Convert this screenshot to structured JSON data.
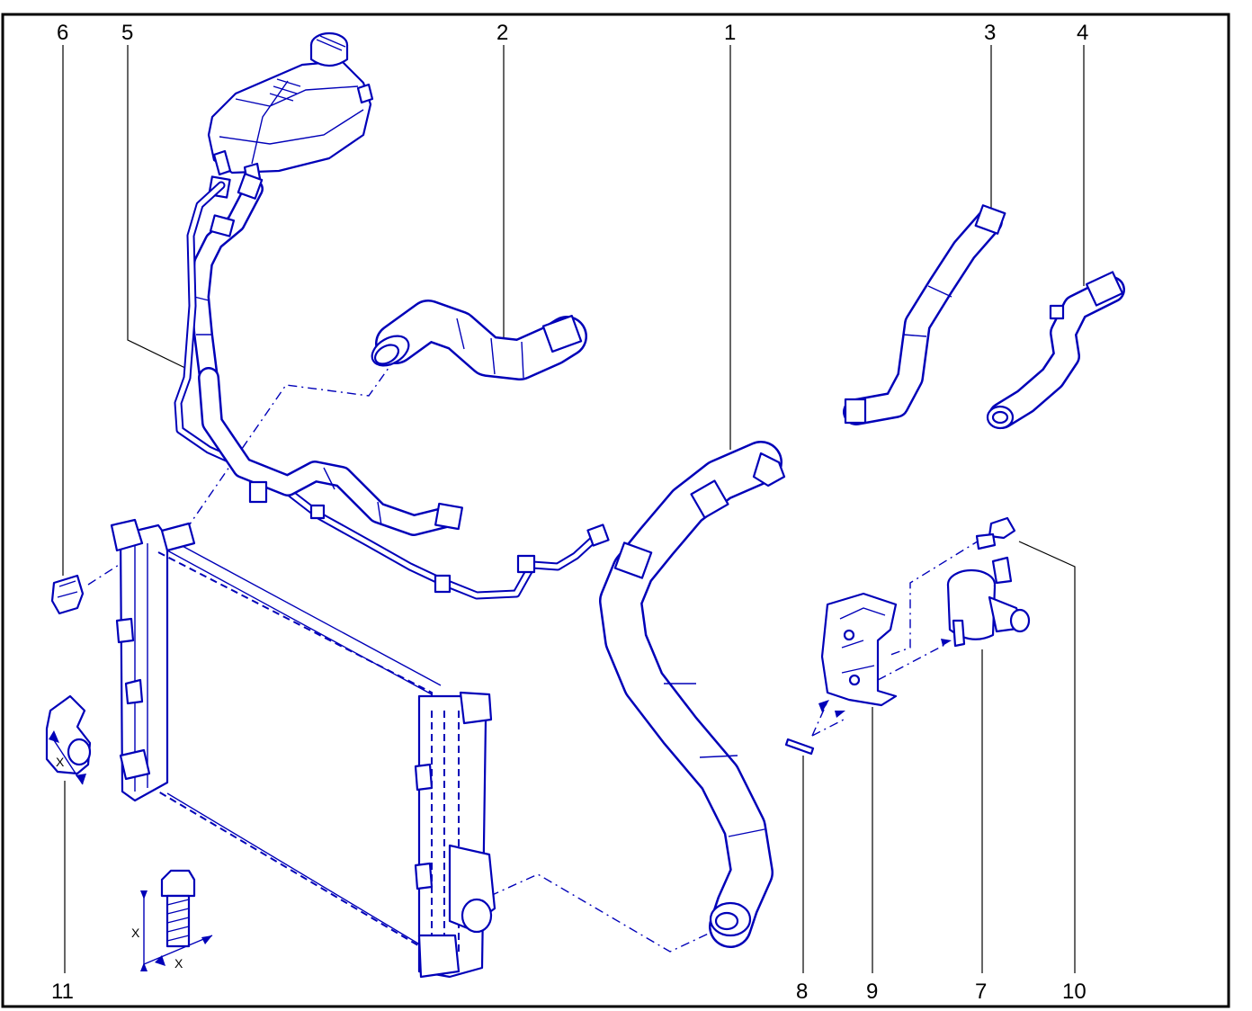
{
  "callouts": {
    "n1": "1",
    "n2": "2",
    "n3": "3",
    "n4": "4",
    "n5": "5",
    "n6": "6",
    "n7": "7",
    "n8": "8",
    "n9": "9",
    "n10": "10",
    "n11": "11"
  },
  "markers": {
    "x_bolt_vertical": "X",
    "x_bolt_horizontal": "X",
    "x_clip": "X"
  },
  "colors": {
    "line": "#0000b8",
    "border": "#000000",
    "background": "#ffffff"
  }
}
